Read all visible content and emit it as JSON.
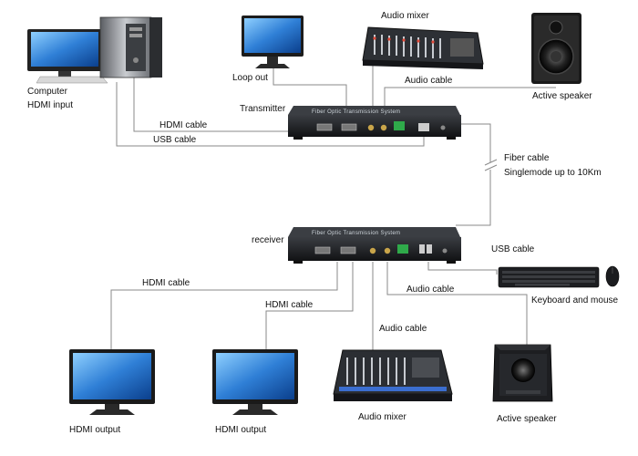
{
  "labels": {
    "computer": "Computer",
    "hdmi_input": "HDMI input",
    "loop_out": "Loop out",
    "audio_mixer_top": "Audio mixer",
    "active_speaker_top": "Active speaker",
    "transmitter": "Transmitter",
    "hdmi_cable_top": "HDMI cable",
    "usb_cable_top": "USB cable",
    "audio_cable_top": "Audio cable",
    "fiber_cable": "Fiber cable",
    "singlemode": "Singlemode up to 10Km",
    "receiver": "receiver",
    "usb_cable_bottom": "USB cable",
    "hdmi_cable_left": "HDMI cable",
    "hdmi_cable_mid": "HDMI cable",
    "audio_cable_mid": "Audio cable",
    "audio_cable_bottom": "Audio cable",
    "keyboard_mouse": "Keyboard and mouse",
    "hdmi_output_1": "HDMI output",
    "hdmi_output_2": "HDMI output",
    "audio_mixer_bottom": "Audio mixer",
    "active_speaker_bottom": "Active speaker"
  },
  "device_text": {
    "transmitter_title": "Fiber Optic Transmission System",
    "receiver_title": "Fiber Optic Transmission System"
  },
  "colors": {
    "wire": "#8a8a8a",
    "device_body": "#1b1d20",
    "screen_blue": "#2f7fd6",
    "connector_green": "#2faa4a"
  },
  "icons": {
    "computer": "desktop-pc-icon",
    "monitor": "monitor-icon",
    "mixer": "audio-mixer-icon",
    "speaker": "speaker-icon",
    "keyboard": "keyboard-icon",
    "mouse": "mouse-icon"
  }
}
